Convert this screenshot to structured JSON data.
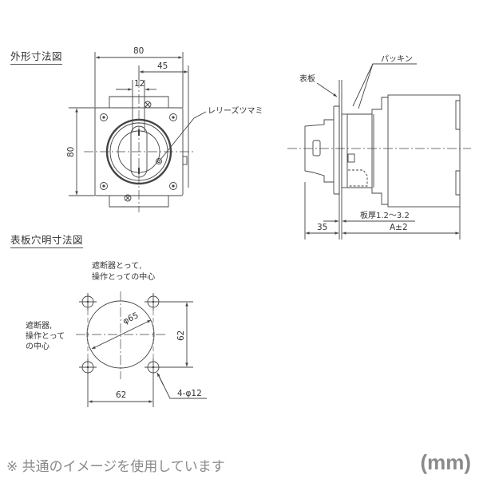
{
  "sections": {
    "outline": {
      "title": "外形寸法図"
    },
    "panel_cutout": {
      "title": "表板穴明寸法図"
    }
  },
  "outline_view": {
    "dims": {
      "width_total": "80",
      "offset_right": "45",
      "handle_width": "12",
      "height_total": "80"
    },
    "labels": {
      "release_knob": "レリーズツマミ"
    }
  },
  "side_view": {
    "labels": {
      "packing": "パッキン",
      "front_panel": "表板",
      "panel_thickness": "板厚1.2～3.2"
    },
    "dims": {
      "front_depth": "35",
      "rear_depth": "A±2"
    }
  },
  "cutout_view": {
    "labels": {
      "top_center_line1": "遮断器とって,",
      "top_center_line2": "操作とっての中心",
      "left_center_line1": "遮断器,",
      "left_center_line2": "操作とって",
      "left_center_line3": "の中心"
    },
    "dims": {
      "hole_diameter": "φ65",
      "vertical_pitch": "62",
      "horizontal_pitch": "62",
      "mount_holes": "4-φ12"
    }
  },
  "footer": {
    "note": "※ 共通のイメージを使用しています",
    "unit": "(mm)"
  },
  "colors": {
    "line": "#444444",
    "footer_text": "#8a8a8a",
    "background": "#ffffff"
  }
}
